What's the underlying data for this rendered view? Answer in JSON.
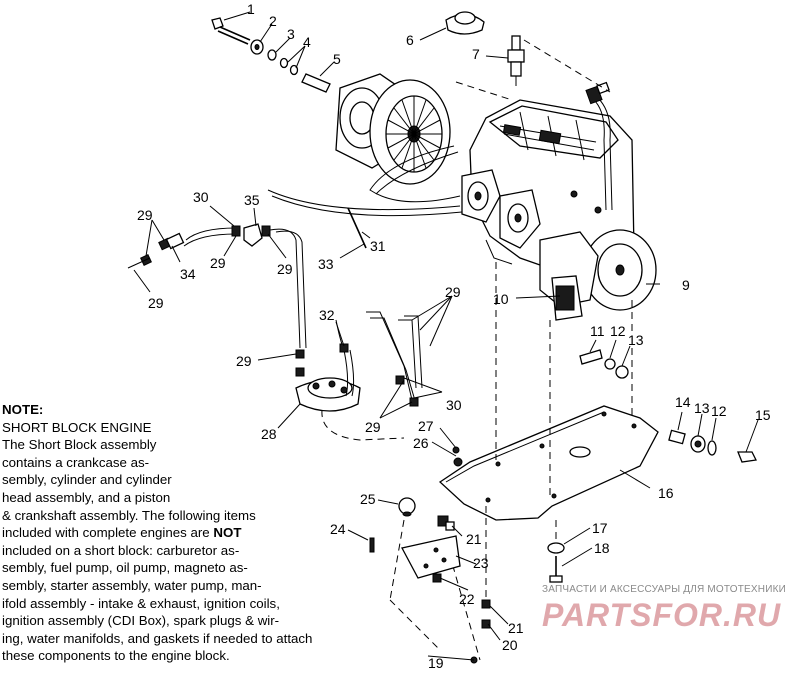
{
  "callouts": {
    "c1": "1",
    "c2": "2",
    "c3": "3",
    "c4": "4",
    "c5": "5",
    "c6": "6",
    "c7": "7",
    "c9": "9",
    "c10": "10",
    "c11": "11",
    "c12a": "12",
    "c13a": "13",
    "c14": "14",
    "c13b": "13",
    "c12b": "12",
    "c15": "15",
    "c16": "16",
    "c17": "17",
    "c18": "18",
    "c19": "19",
    "c20": "20",
    "c21a": "21",
    "c21b": "21",
    "c22": "22",
    "c23": "23",
    "c24": "24",
    "c25": "25",
    "c26": "26",
    "c27": "27",
    "c28": "28",
    "c29a": "29",
    "c29b": "29",
    "c29c": "29",
    "c29d": "29",
    "c29e": "29",
    "c29f": "29",
    "c29g": "29",
    "c30a": "30",
    "c30b": "30",
    "c31": "31",
    "c32": "32",
    "c33": "33",
    "c34": "34",
    "c35": "35"
  },
  "note": {
    "title": "NOTE:",
    "line1": "SHORT BLOCK ENGINE",
    "line2": "The Short Block assembly",
    "line3": "contains a crankcase as-",
    "line4": "sembly, cylinder and cylinder",
    "line5": "head assembly, and a piston",
    "line6a": "& crankshaft assembly.  The following items",
    "line7a": "included with complete engines are ",
    "line7b": "NOT",
    "line8": "included on a short block:  carburetor as-",
    "line9": "sembly, fuel pump, oil pump, magneto as-",
    "line10": "sembly, starter assembly, water pump, man-",
    "line11": "ifold assembly - intake & exhaust, ignition coils,",
    "line12": "ignition assembly (CDI Box), spark plugs & wir-",
    "line13": "ing, water manifolds, and gaskets if needed to attach",
    "line14": "these components to the engine block."
  },
  "watermark": {
    "tagline": "ЗАПЧАСТИ И АКСЕССУАРЫ ДЛЯ МОТОТЕХНИКИ",
    "logo": "PARTSFOR.RU",
    "logo_color": "#e0a8ac"
  }
}
